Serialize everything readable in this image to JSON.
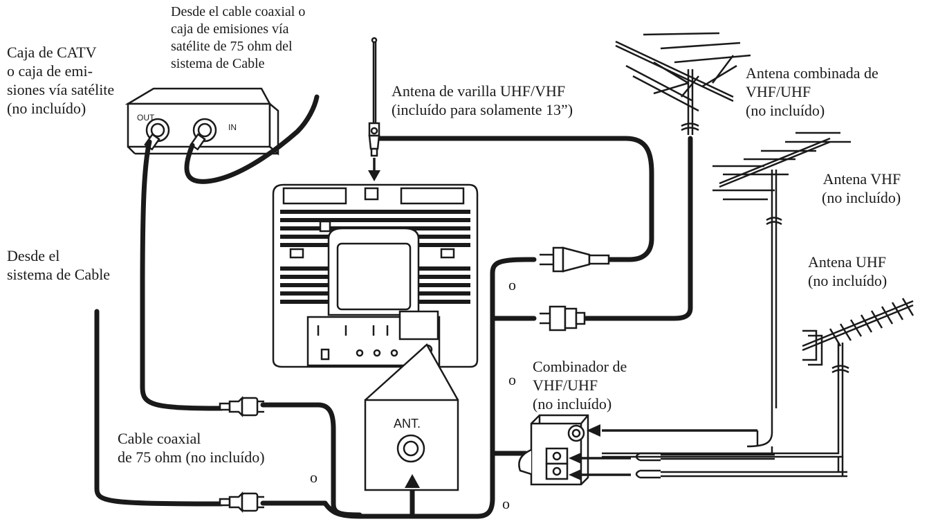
{
  "labels": {
    "catv_box": [
      "Caja de CATV",
      "o caja de emi-",
      "siones vía satélite",
      "(no incluído)"
    ],
    "from_coax": [
      "Desde el cable coaxial o",
      "caja de emisiones vía",
      "satélite de 75 ohm del",
      "sistema de Cable"
    ],
    "rod_antenna": [
      "Antena de varilla UHF/VHF",
      "(incluído para solamente 13”)"
    ],
    "combo_antenna": [
      "Antena combinada de",
      "VHF/UHF",
      "(no incluído)"
    ],
    "vhf_antenna": [
      "Antena VHF",
      "(no incluído)"
    ],
    "uhf_antenna": [
      "Antena UHF",
      "(no incluído)"
    ],
    "from_cable": [
      "Desde el",
      "sistema de Cable"
    ],
    "combiner": [
      "Combinador de",
      "VHF/UHF",
      "(no incluído)"
    ],
    "coax_cable": [
      "Cable coaxial",
      "de 75 ohm (no incluído)"
    ],
    "or_1": "o",
    "or_2": "o",
    "or_3": "o",
    "or_4": "o"
  },
  "box_ports": {
    "out": "OUT",
    "in": "IN"
  },
  "ant_panel": "ANT.",
  "colors": {
    "line": "#1a1a1a",
    "background": "#ffffff"
  }
}
